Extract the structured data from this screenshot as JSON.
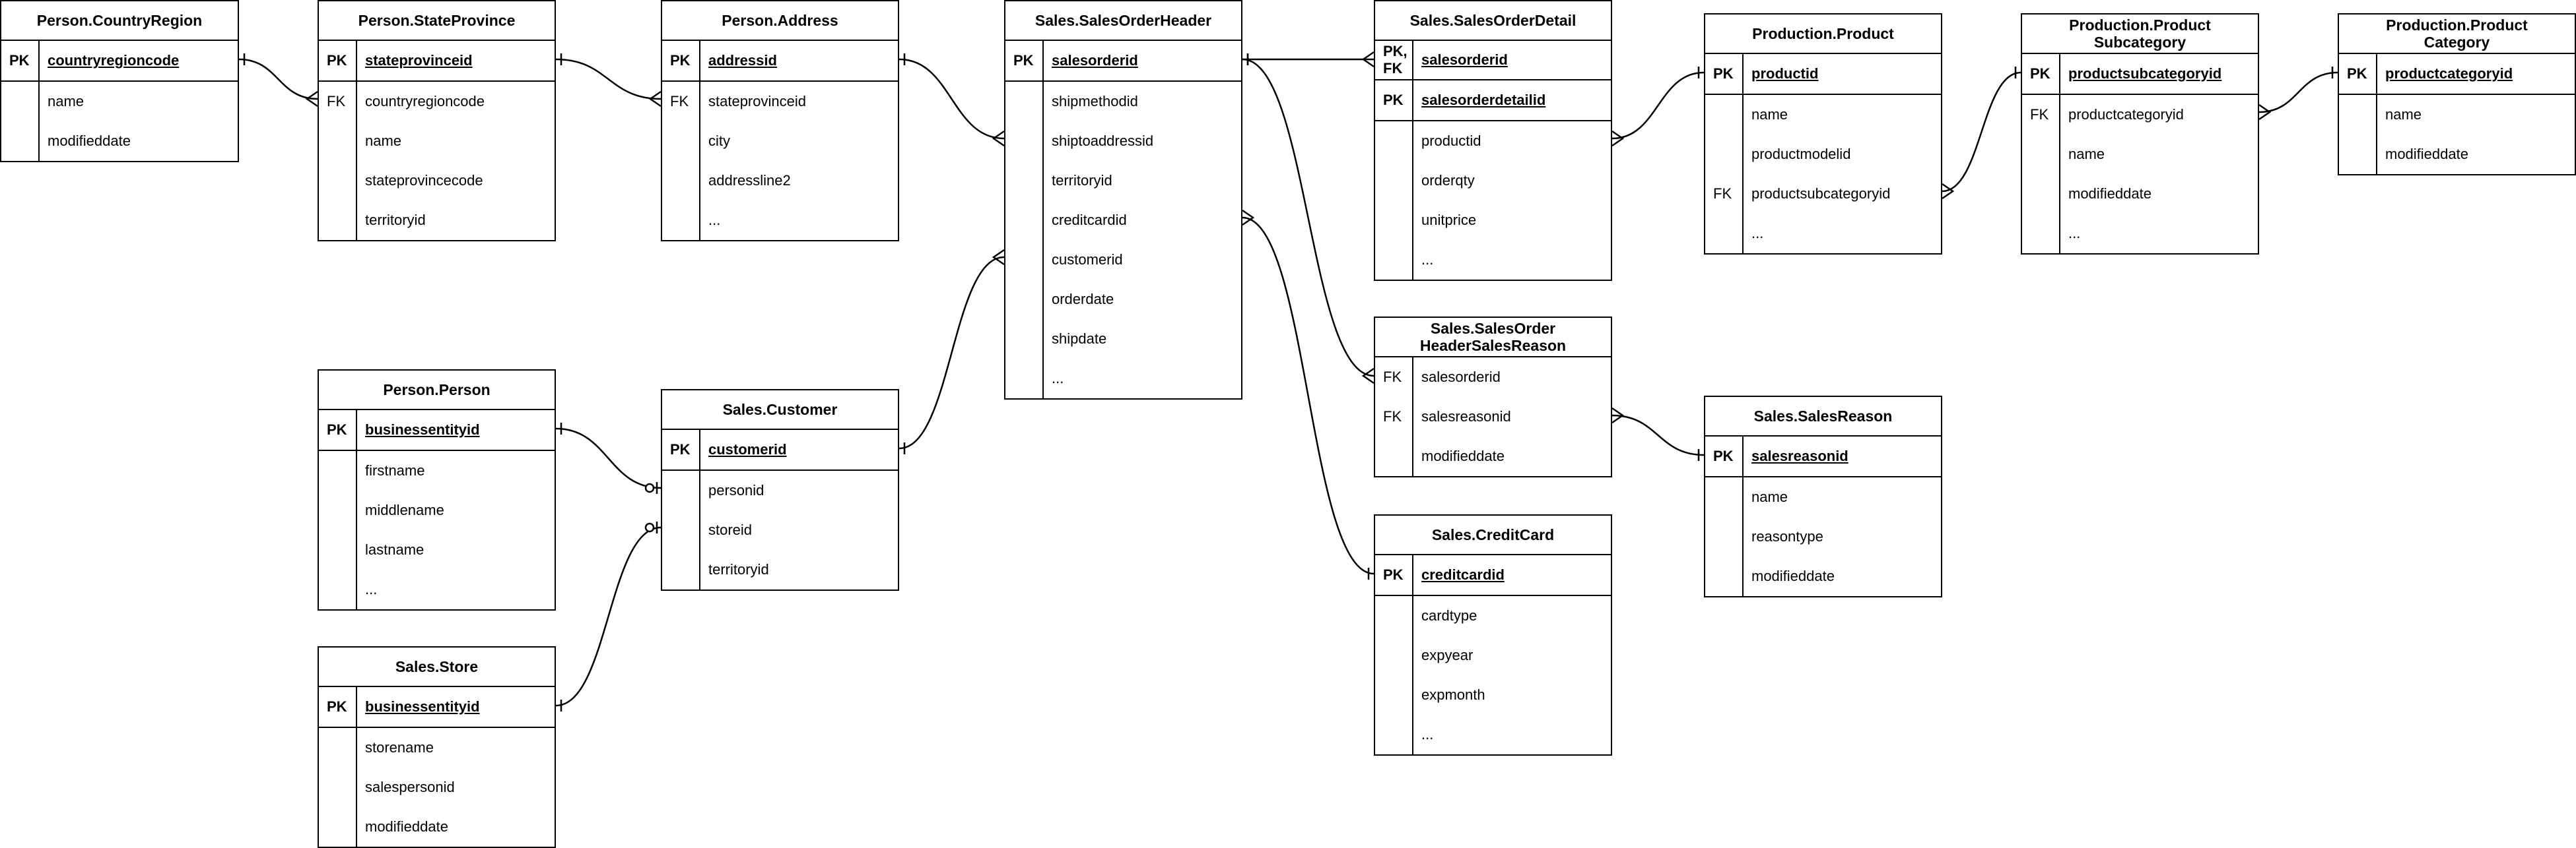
{
  "tables": [
    {
      "id": "country_region",
      "title": "Person.CountryRegion",
      "pk_keys": [
        "PK"
      ],
      "pk_fields": [
        "countryregioncode"
      ],
      "keys": [
        "",
        ""
      ],
      "fields": [
        "name",
        "modifieddate"
      ]
    },
    {
      "id": "state_province",
      "title": "Person.StateProvince",
      "pk_keys": [
        "PK"
      ],
      "pk_fields": [
        "stateprovinceid"
      ],
      "keys": [
        "FK",
        "",
        "",
        ""
      ],
      "fields": [
        "countryregioncode",
        "name",
        "stateprovincecode",
        "territoryid"
      ]
    },
    {
      "id": "address",
      "title": "Person.Address",
      "pk_keys": [
        "PK"
      ],
      "pk_fields": [
        "addressid"
      ],
      "keys": [
        "FK",
        "",
        "",
        ""
      ],
      "fields": [
        "stateprovinceid",
        "city",
        "addressline2",
        "..."
      ]
    },
    {
      "id": "sales_order_header",
      "title": "Sales.SalesOrderHeader",
      "pk_keys": [
        "PK"
      ],
      "pk_fields": [
        "salesorderid"
      ],
      "keys": [
        "",
        "",
        "",
        "",
        "",
        "",
        "",
        ""
      ],
      "fields": [
        "shipmethodid",
        "shiptoaddressid",
        "territoryid",
        "creditcardid",
        "customerid",
        "orderdate",
        "shipdate",
        "..."
      ]
    },
    {
      "id": "sales_order_detail",
      "title": "Sales.SalesOrderDetail",
      "pk_keys": [
        "PK,\nFK",
        "PK"
      ],
      "pk_fields": [
        "salesorderid",
        "salesorderdetailid"
      ],
      "keys": [
        "",
        "",
        "",
        ""
      ],
      "fields": [
        "productid",
        "orderqty",
        "unitprice",
        "..."
      ]
    },
    {
      "id": "product",
      "title": "Production.Product",
      "pk_keys": [
        "PK"
      ],
      "pk_fields": [
        "productid"
      ],
      "keys": [
        "",
        "",
        "FK",
        ""
      ],
      "fields": [
        "name",
        "productmodelid",
        "productsubcategoryid",
        "..."
      ]
    },
    {
      "id": "product_subcategory",
      "title": "Production.Product\nSubcategory",
      "pk_keys": [
        "PK"
      ],
      "pk_fields": [
        "productsubcategoryid"
      ],
      "keys": [
        "FK",
        "",
        "",
        ""
      ],
      "fields": [
        "productcategoryid",
        "name",
        "modifieddate",
        "..."
      ]
    },
    {
      "id": "product_category",
      "title": "Production.Product\nCategory",
      "pk_keys": [
        "PK"
      ],
      "pk_fields": [
        "productcategoryid"
      ],
      "keys": [
        "",
        ""
      ],
      "fields": [
        "name",
        "modifieddate"
      ]
    },
    {
      "id": "sales_order_header_sales_reason",
      "title": "Sales.SalesOrder\nHeaderSalesReason",
      "pk_keys": [],
      "pk_fields": [],
      "keys": [
        "FK",
        "FK",
        ""
      ],
      "fields": [
        "salesorderid",
        "salesreasonid",
        "modifieddate"
      ]
    },
    {
      "id": "sales_reason",
      "title": "Sales.SalesReason",
      "pk_keys": [
        "PK"
      ],
      "pk_fields": [
        "salesreasonid"
      ],
      "keys": [
        "",
        "",
        ""
      ],
      "fields": [
        "name",
        "reasontype",
        "modifieddate"
      ]
    },
    {
      "id": "credit_card",
      "title": "Sales.CreditCard",
      "pk_keys": [
        "PK"
      ],
      "pk_fields": [
        "creditcardid"
      ],
      "keys": [
        "",
        "",
        "",
        ""
      ],
      "fields": [
        "cardtype",
        "expyear",
        "expmonth",
        "..."
      ]
    },
    {
      "id": "person",
      "title": "Person.Person",
      "pk_keys": [
        "PK"
      ],
      "pk_fields": [
        "businessentityid"
      ],
      "keys": [
        "",
        "",
        "",
        ""
      ],
      "fields": [
        "firstname",
        "middlename",
        "lastname",
        "..."
      ]
    },
    {
      "id": "customer",
      "title": "Sales.Customer",
      "pk_keys": [
        "PK"
      ],
      "pk_fields": [
        "customerid"
      ],
      "keys": [
        "",
        "",
        ""
      ],
      "fields": [
        "personid",
        "storeid",
        "territoryid"
      ]
    },
    {
      "id": "store",
      "title": "Sales.Store",
      "pk_keys": [
        "PK"
      ],
      "pk_fields": [
        "businessentityid"
      ],
      "keys": [
        "",
        "",
        ""
      ],
      "fields": [
        "storename",
        "salespersonid",
        "modifieddate"
      ]
    }
  ],
  "relationships": [
    {
      "from": "country_region",
      "from_field": "countryregioncode",
      "to": "state_province",
      "to_field": "countryregioncode",
      "from_end": "one",
      "to_end": "many"
    },
    {
      "from": "state_province",
      "from_field": "stateprovinceid",
      "to": "address",
      "to_field": "stateprovinceid",
      "from_end": "one",
      "to_end": "many"
    },
    {
      "from": "address",
      "from_field": "addressid",
      "to": "sales_order_header",
      "to_field": "shiptoaddressid",
      "from_end": "one",
      "to_end": "many"
    },
    {
      "from": "sales_order_header",
      "from_field": "salesorderid",
      "to": "sales_order_detail",
      "to_field": "salesorderid",
      "from_end": "one",
      "to_end": "many"
    },
    {
      "from": "sales_order_detail",
      "from_field": "productid",
      "to": "product",
      "to_field": "productid",
      "from_end": "many",
      "to_end": "one"
    },
    {
      "from": "product",
      "from_field": "productsubcategoryid",
      "to": "product_subcategory",
      "to_field": "productsubcategoryid",
      "from_end": "many",
      "to_end": "one"
    },
    {
      "from": "product_subcategory",
      "from_field": "productcategoryid",
      "to": "product_category",
      "to_field": "productcategoryid",
      "from_end": "many",
      "to_end": "one"
    },
    {
      "from": "sales_order_header",
      "from_field": "salesorderid",
      "to": "sales_order_header_sales_reason",
      "to_field": "salesorderid",
      "from_end": "one",
      "to_end": "many"
    },
    {
      "from": "sales_order_header_sales_reason",
      "from_field": "salesreasonid",
      "to": "sales_reason",
      "to_field": "salesreasonid",
      "from_end": "many",
      "to_end": "one"
    },
    {
      "from": "sales_order_header",
      "from_field": "creditcardid",
      "to": "credit_card",
      "to_field": "creditcardid",
      "from_end": "many",
      "to_end": "one"
    },
    {
      "from": "customer",
      "from_field": "customerid",
      "to": "sales_order_header",
      "to_field": "customerid",
      "from_end": "one",
      "to_end": "many"
    },
    {
      "from": "person",
      "from_field": "businessentityid",
      "to": "customer",
      "to_field": "personid",
      "from_end": "one",
      "to_end": "zero-or-one"
    },
    {
      "from": "store",
      "from_field": "businessentityid",
      "to": "customer",
      "to_field": "storeid",
      "from_end": "one",
      "to_end": "zero-or-one"
    }
  ]
}
